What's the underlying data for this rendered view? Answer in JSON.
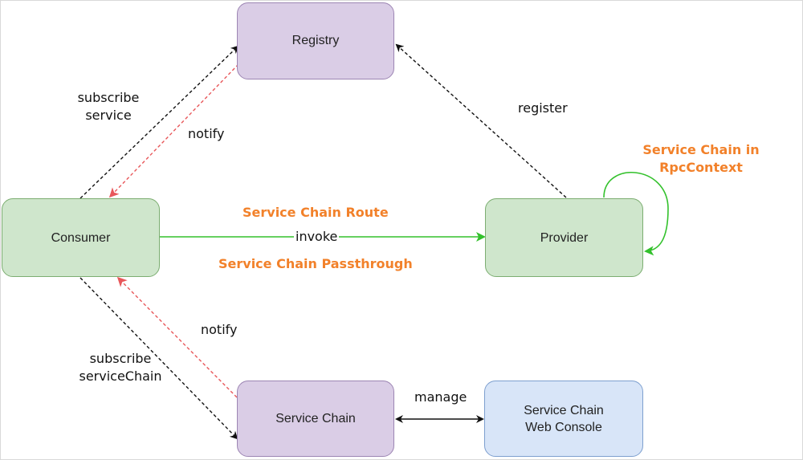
{
  "nodes": {
    "registry": {
      "label": "Registry",
      "color": "#dacde6"
    },
    "consumer": {
      "label": "Consumer",
      "color": "#cfe6cc"
    },
    "provider": {
      "label": "Provider",
      "color": "#cfe6cc"
    },
    "service_chain": {
      "label": "Service Chain",
      "color": "#dacde6"
    },
    "web_console": {
      "line1": "Service Chain",
      "line2": "Web Console",
      "color": "#d8e5f8"
    }
  },
  "edges": {
    "subscribe_service": {
      "line1": "subscribe",
      "line2": "service"
    },
    "notify_registry": "notify",
    "register": "register",
    "invoke": "invoke",
    "route": "Service Chain Route",
    "passthrough": "Service Chain Passthrough",
    "rpc_context": {
      "line1": "Service Chain in",
      "line2": "RpcContext"
    },
    "notify_chain": "notify",
    "subscribe_chain": {
      "line1": "subscribe",
      "line2": "serviceChain"
    },
    "manage": "manage"
  },
  "colors": {
    "accent_orange": "#f2812a",
    "notify_red": "#e8575a",
    "invoke_green": "#33c12c",
    "dashed_black": "#111111"
  }
}
